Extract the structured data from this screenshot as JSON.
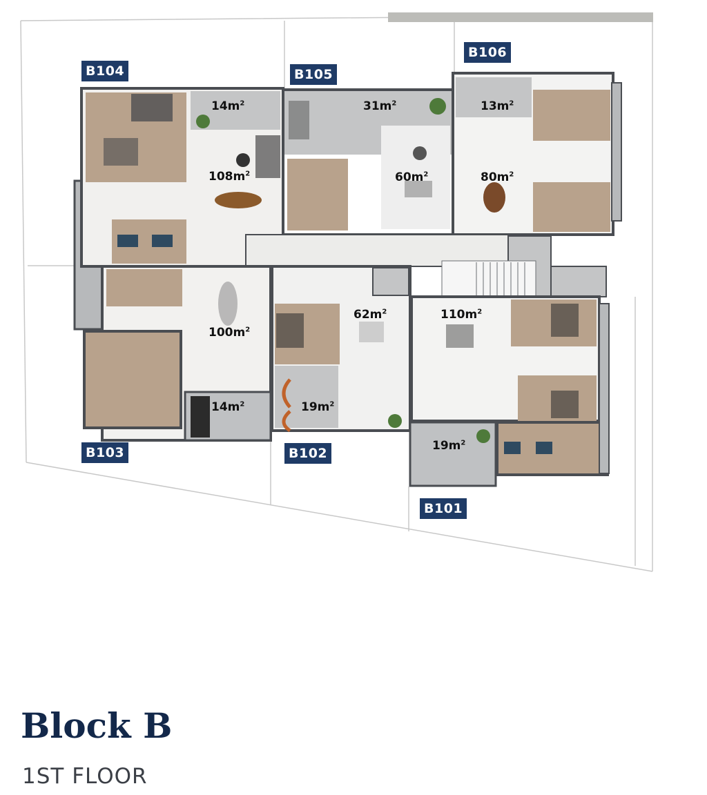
{
  "plan": {
    "units": [
      {
        "id": "B101",
        "label": "B101",
        "area_value": "19m",
        "area_unit_sup": "2"
      },
      {
        "id": "B102",
        "label": "B102",
        "areas": [
          {
            "value": "62m",
            "sup": "2"
          },
          {
            "value": "19m",
            "sup": "2"
          }
        ]
      },
      {
        "id": "B103",
        "label": "B103",
        "areas": [
          {
            "value": "100m",
            "sup": "2"
          },
          {
            "value": "14m",
            "sup": "2"
          }
        ]
      },
      {
        "id": "B104",
        "label": "B104",
        "areas": [
          {
            "value": "108m",
            "sup": "2"
          },
          {
            "value": "14m",
            "sup": "2"
          }
        ]
      },
      {
        "id": "B105",
        "label": "B105",
        "areas": [
          {
            "value": "60m",
            "sup": "2"
          },
          {
            "value": "31m",
            "sup": "2"
          }
        ]
      },
      {
        "id": "B106",
        "label": "B106",
        "areas": [
          {
            "value": "80m",
            "sup": "2"
          },
          {
            "value": "13m",
            "sup": "2"
          }
        ]
      }
    ],
    "b101_main_area": {
      "value": "110m",
      "sup": "2"
    }
  },
  "colors": {
    "tag_bg": "#1f3b66",
    "title": "#13284a",
    "subtitle": "#3b3f46",
    "wall": "#4a4d52",
    "floor_wood": "#b8a28c",
    "floor_tile": "#ededed",
    "terrace": "#bfc1c3"
  },
  "footer": {
    "title": "Block B",
    "subtitle": "1ST FLOOR"
  }
}
